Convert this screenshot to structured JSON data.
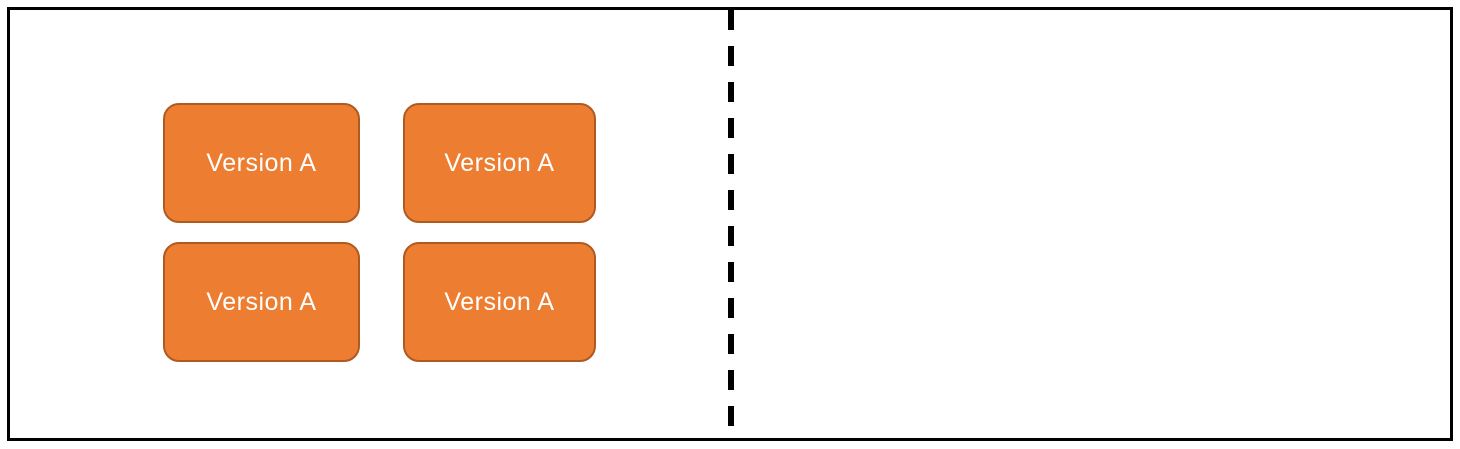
{
  "colors": {
    "canvas_bg": "#FFFFFF",
    "frame": "#000000",
    "divider": "#000000",
    "box_fill": "#ED7D31",
    "box_border": "#AE5A21",
    "box_text": "#FFFFFF"
  },
  "boxes": [
    {
      "label": "Version A"
    },
    {
      "label": "Version A"
    },
    {
      "label": "Version A"
    },
    {
      "label": "Version A"
    }
  ],
  "divider": {
    "style": "dashed-vertical"
  }
}
